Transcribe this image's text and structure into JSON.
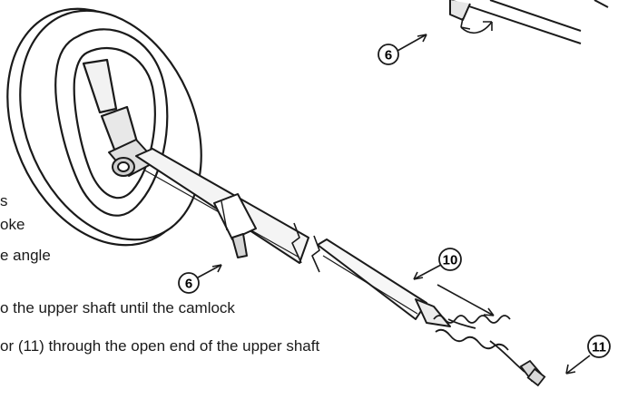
{
  "callouts": {
    "six_top": "6",
    "six_bottom": "6",
    "ten": "10",
    "eleven": "11"
  },
  "text_fragments": {
    "line1": "s",
    "line2": "oke",
    "line3": "e angle",
    "line4": "o  the  upper  shaft  until  the  camlock",
    "line5": "or (11) through the open end of the upper shaft"
  }
}
